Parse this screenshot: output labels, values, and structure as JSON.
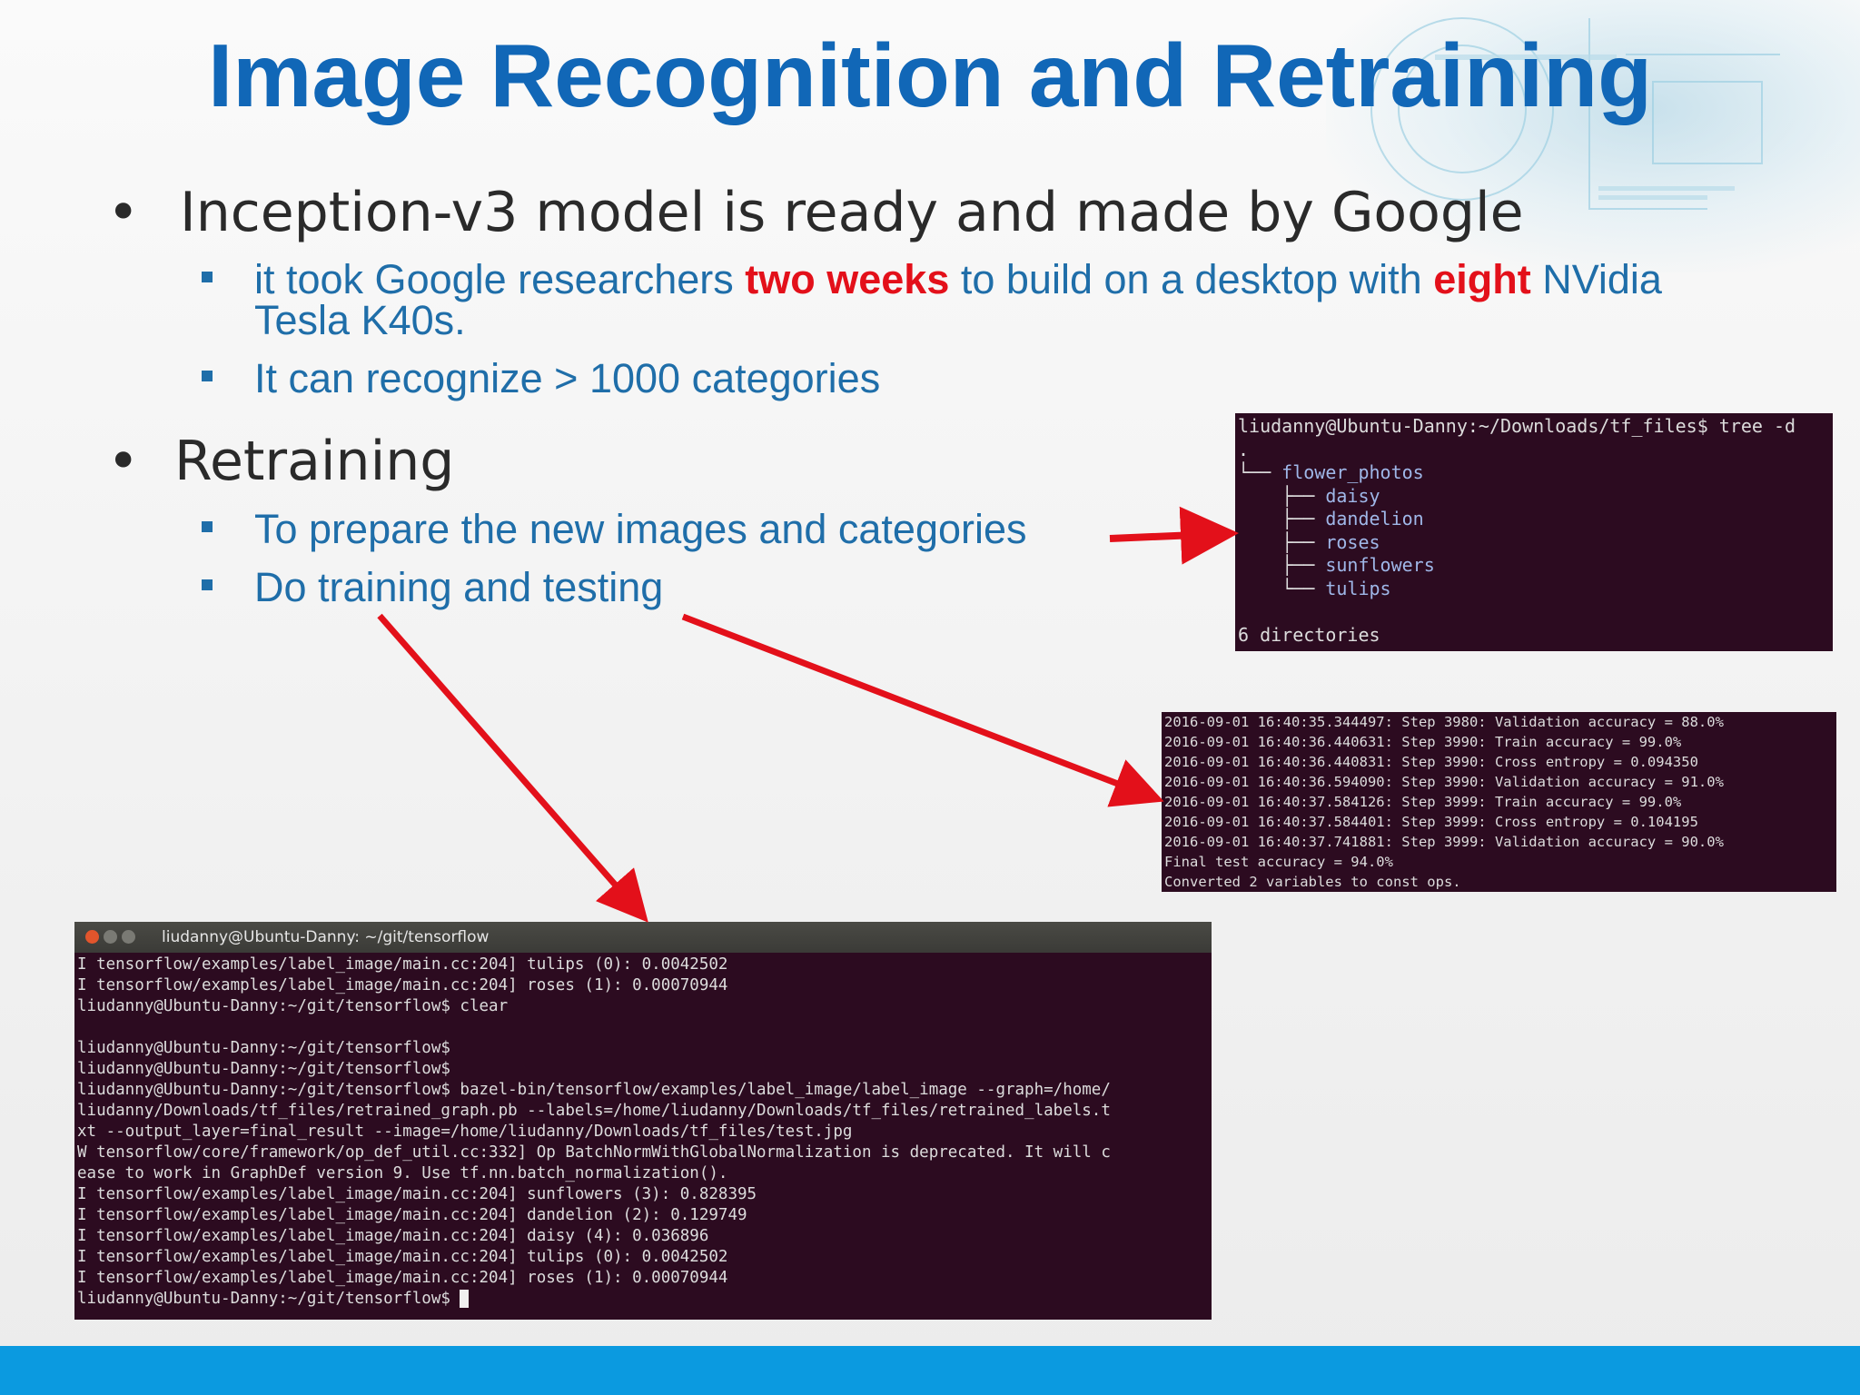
{
  "slide": {
    "title": "Image Recognition and Retraining",
    "bullets": [
      {
        "text": "Inception-v3 model is ready and made by Google",
        "sub": [
          {
            "parts": [
              "it took Google researchers ",
              "two weeks",
              " to build on a desktop with ",
              "eight",
              " NVidia"
            ],
            "line2": "Tesla K40s."
          },
          {
            "text": "It can recognize > 1000 categories"
          }
        ]
      },
      {
        "text": "Retraining",
        "sub": [
          {
            "text": "To prepare the new images and categories"
          },
          {
            "text": "Do training and testing"
          }
        ]
      }
    ],
    "accent_color": "#1167b7",
    "highlight_color": "#e3101a",
    "footer_color": "#0b9ae0"
  },
  "terminal_tree": {
    "command": "liudanny@Ubuntu-Danny:~/Downloads/tf_files$ tree -d",
    "root": ".",
    "folder": "flower_photos",
    "subfolders": [
      "daisy",
      "dandelion",
      "roses",
      "sunflowers",
      "tulips"
    ],
    "summary": "6 directories"
  },
  "terminal_training": {
    "lines": [
      "2016-09-01 16:40:35.344497: Step 3980: Validation accuracy = 88.0%",
      "2016-09-01 16:40:36.440631: Step 3990: Train accuracy = 99.0%",
      "2016-09-01 16:40:36.440831: Step 3990: Cross entropy = 0.094350",
      "2016-09-01 16:40:36.594090: Step 3990: Validation accuracy = 91.0%",
      "2016-09-01 16:40:37.584126: Step 3999: Train accuracy = 99.0%",
      "2016-09-01 16:40:37.584401: Step 3999: Cross entropy = 0.104195",
      "2016-09-01 16:40:37.741881: Step 3999: Validation accuracy = 90.0%",
      "Final test accuracy = 94.0%",
      "Converted 2 variables to const ops."
    ]
  },
  "terminal_main": {
    "window_title": "liudanny@Ubuntu-Danny: ~/git/tensorflow",
    "lines": [
      "I tensorflow/examples/label_image/main.cc:204] tulips (0): 0.0042502",
      "I tensorflow/examples/label_image/main.cc:204] roses (1): 0.00070944",
      "liudanny@Ubuntu-Danny:~/git/tensorflow$ clear",
      "",
      "liudanny@Ubuntu-Danny:~/git/tensorflow$",
      "liudanny@Ubuntu-Danny:~/git/tensorflow$",
      "liudanny@Ubuntu-Danny:~/git/tensorflow$ bazel-bin/tensorflow/examples/label_image/label_image --graph=/home/",
      "liudanny/Downloads/tf_files/retrained_graph.pb --labels=/home/liudanny/Downloads/tf_files/retrained_labels.t",
      "xt --output_layer=final_result --image=/home/liudanny/Downloads/tf_files/test.jpg",
      "W tensorflow/core/framework/op_def_util.cc:332] Op BatchNormWithGlobalNormalization is deprecated. It will c",
      "ease to work in GraphDef version 9. Use tf.nn.batch_normalization().",
      "I tensorflow/examples/label_image/main.cc:204] sunflowers (3): 0.828395",
      "I tensorflow/examples/label_image/main.cc:204] dandelion (2): 0.129749",
      "I tensorflow/examples/label_image/main.cc:204] daisy (4): 0.036896",
      "I tensorflow/examples/label_image/main.cc:204] tulips (0): 0.0042502",
      "I tensorflow/examples/label_image/main.cc:204] roses (1): 0.00070944"
    ],
    "prompt": "liudanny@Ubuntu-Danny:~/git/tensorflow$ "
  }
}
